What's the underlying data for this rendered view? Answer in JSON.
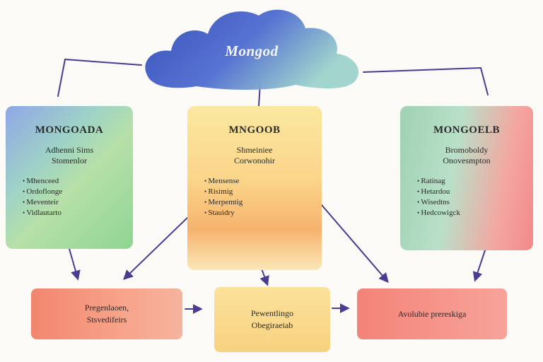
{
  "top": {
    "title": "Mongod"
  },
  "cards": {
    "left": {
      "title": "MONGOADA",
      "subtitle": [
        "Adhenni Sims",
        "Stomenlor"
      ],
      "items": [
        "Mhenceed",
        "Ordoflonge",
        "Meventeir",
        "Vidlautarto"
      ]
    },
    "middle": {
      "title": "MNGOOB",
      "subtitle": [
        "Shmeiniee",
        "Corwonohir"
      ],
      "items": [
        "Mensense",
        "Risimig",
        "Merpemtig",
        "Stauidry"
      ]
    },
    "right": {
      "title": "MONGOELB",
      "subtitle": [
        "Bromoboldy",
        "Onovesmpton"
      ],
      "items": [
        "Ratinag",
        "Hetardou",
        "Wisedtns",
        "Hedcowigck"
      ]
    }
  },
  "boxes": {
    "left": [
      "Pregenlaoen,",
      "Stsvedifeirs"
    ],
    "middle": [
      "Pewentlingo",
      "Obegiraeiab"
    ],
    "right": [
      "Avolubie prereskiga"
    ]
  },
  "colors": {
    "arrow": "#4a3d8f",
    "cloud_dark": "#2f49b8",
    "cloud_mid": "#4e6cd0",
    "cloud_light": "#9cd3cc"
  }
}
